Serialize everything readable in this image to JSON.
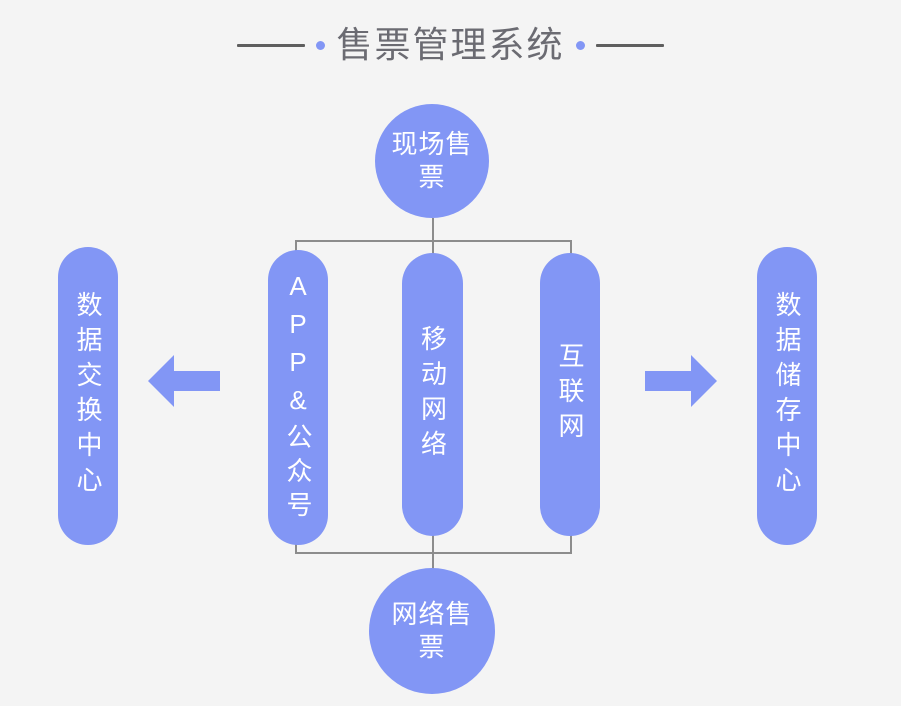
{
  "header": {
    "title": "售票管理系统",
    "left_rule": "rule",
    "right_rule": "rule",
    "left_dot": "dot",
    "right_dot": "dot"
  },
  "colors": {
    "background": "#f4f4f4",
    "accent": "#8296f5",
    "title_text": "#6b6b72",
    "rule": "#5e5e5e",
    "connector": "#8c8c8c",
    "node_text": "#ffffff"
  },
  "nodes": {
    "onsite": {
      "label": "现场售票",
      "shape": "circle",
      "orientation": "horizontal"
    },
    "online": {
      "label": "网络售票",
      "shape": "circle",
      "orientation": "horizontal"
    },
    "exchange": {
      "label": "数据交换中心",
      "shape": "pill",
      "orientation": "vertical"
    },
    "storage": {
      "label": "数据储存中心",
      "shape": "pill",
      "orientation": "vertical"
    },
    "app": {
      "label": "APP&公众号",
      "shape": "pill",
      "orientation": "vertical"
    },
    "mobile": {
      "label": "移动网络",
      "shape": "pill",
      "orientation": "vertical"
    },
    "internet": {
      "label": "互联网",
      "shape": "pill",
      "orientation": "vertical"
    }
  },
  "arrows": {
    "left": {
      "name": "arrow-left",
      "direction": "left"
    },
    "right": {
      "name": "arrow-right",
      "direction": "right"
    }
  },
  "connectors": {
    "top_bus": "horizontal bus linking 现场售票 to APP&公众号 / 移动网络 / 互联网",
    "bottom_bus": "horizontal bus linking 网络售票 to APP&公众号 / 移动网络 / 互联网"
  }
}
